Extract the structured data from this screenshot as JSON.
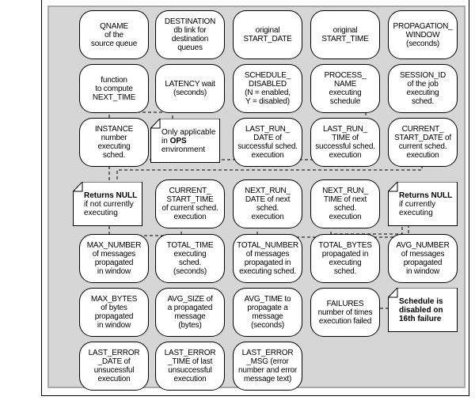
{
  "boxes": [
    [
      "QNAME\nof the\nsource queue",
      "DESTINATION\ndb link for\ndestination\nqueues",
      "original\nSTART_DATE",
      "original\nSTART_TIME",
      "PROPAGATION_\nWINDOW\n(seconds)"
    ],
    [
      "function\nto compute\nNEXT_TIME",
      "LATENCY wait\n(seconds)",
      "SCHEDULE_\nDISABLED\n(N = enabled,\nY = disabled)",
      "PROCESS_\nNAME\nexecuting\nschedule",
      "SESSION_ID\nof the job\nexecuting\nsched."
    ],
    [
      "INSTANCE\nnumber\nexecuting\nsched.",
      "",
      "LAST_RUN_\nDATE of\nsuccessful sched.\nexecution",
      "LAST_RUN_\nTIME of\nsuccessful sched.\nexecution",
      "CURRENT_\nSTART_DATE of\ncurrent sched.\nexecution"
    ],
    [
      "",
      "CURRENT_\nSTART_TIME\nof current sched.\nexecution",
      "NEXT_RUN_\nDATE of next\nsched.\nexecution",
      "NEXT_RUN_\nTIME of next\nsched.\nexecution",
      ""
    ],
    [
      "MAX_NUMBER\nof messages\npropagated\nin window",
      "TOTAL_TIME\nexecuting\nsched.\n(seconds)",
      "TOTAL_NUMBER\nof messages\npropagated in\nexecuting sched.",
      "TOTAL_BYTES\npropagated in\nexecuting\nsched.",
      "AVG_NUMBER\nof messages\npropagated\nin window"
    ],
    [
      "MAX_BYTES\nof bytes\npropagated\nin window",
      "AVG_SIZE of\na propagated\nmessage\n(bytes)",
      "AVG_TIME to\npropagate a\nmessage\n(seconds)",
      "FAILURES\nnumber of times\nexecution failed",
      ""
    ],
    [
      "LAST_ERROR\n_DATE of\nunsucessful\nexecution",
      "LAST_ERROR\n_TIME of last\nunsuccessful\nexecution",
      "LAST_ERROR\n_MSG (error\nnumber and error\nmessage text)",
      "",
      ""
    ]
  ],
  "notes": [
    {
      "pre": "Only applicable\nin ",
      "bold": "OPS",
      "post": "\nenvironment"
    },
    {
      "pre": "",
      "bold": "Returns NULL",
      "post": "\nif not currently\nexecuting"
    },
    {
      "pre": "",
      "bold": "Returns NULL",
      "post": "\nif currently\nexecuting"
    },
    {
      "pre": "",
      "bold": "Schedule is\ndisabled on\n16th failure",
      "post": ""
    }
  ]
}
